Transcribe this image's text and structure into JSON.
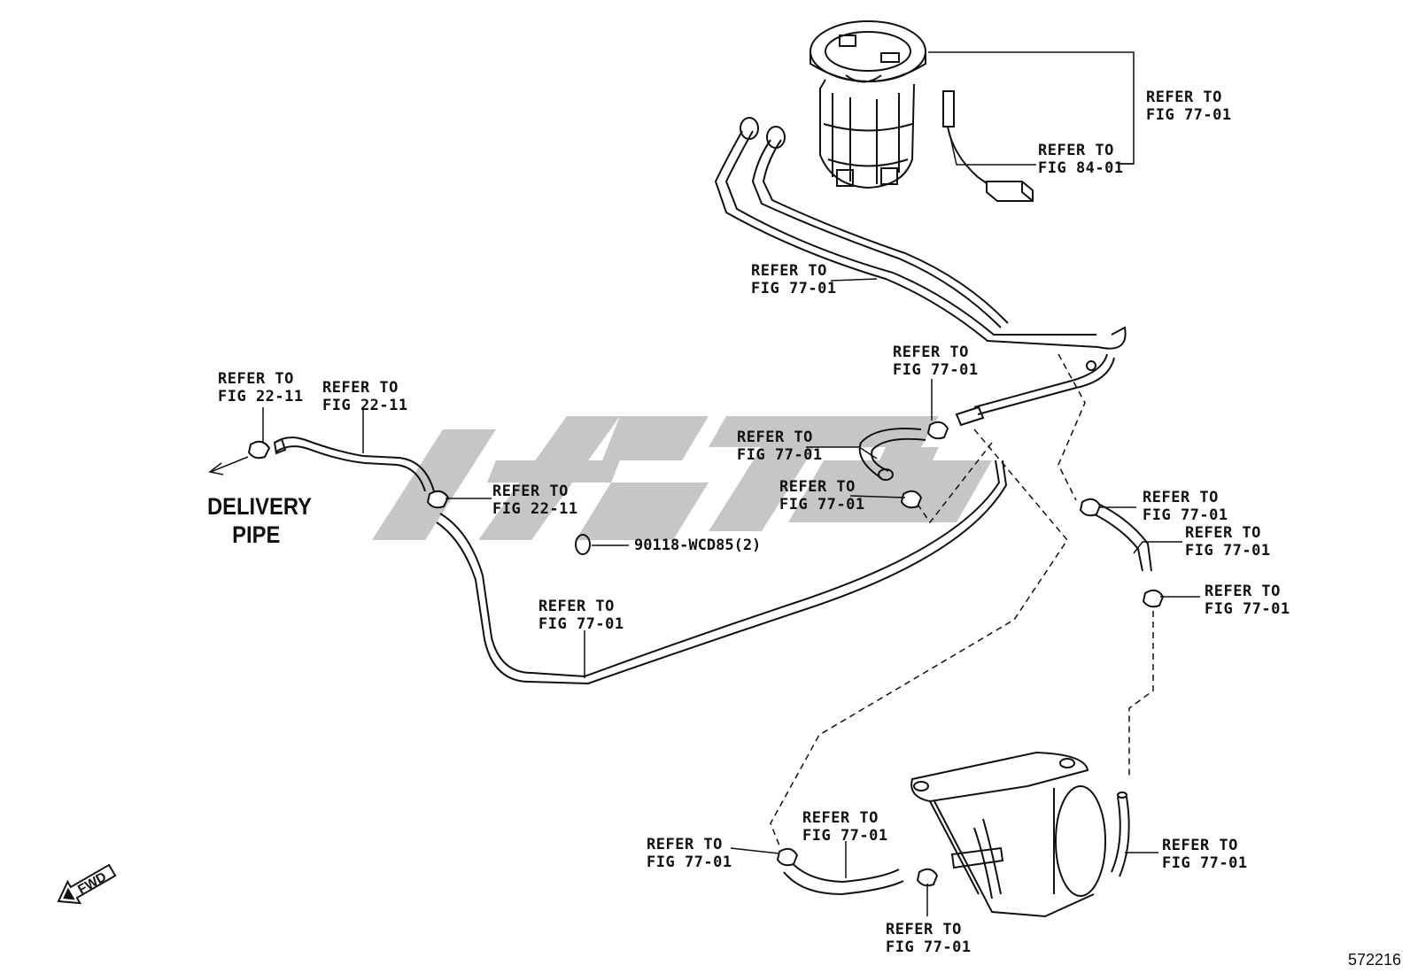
{
  "diagram": {
    "callouts": [
      {
        "id": "c1",
        "line1": "REFER TO",
        "line2": "FIG 77-01"
      },
      {
        "id": "c2",
        "line1": "REFER TO",
        "line2": "FIG 84-01"
      },
      {
        "id": "c3",
        "line1": "REFER TO",
        "line2": "FIG 77-01"
      },
      {
        "id": "c4",
        "line1": "REFER TO",
        "line2": "FIG 77-01"
      },
      {
        "id": "c5",
        "line1": "REFER TO",
        "line2": "FIG 77-01"
      },
      {
        "id": "c6",
        "line1": "REFER TO",
        "line2": "FIG 77-01"
      },
      {
        "id": "c7",
        "line1": "REFER TO",
        "line2": "FIG 22-11"
      },
      {
        "id": "c8",
        "line1": "REFER TO",
        "line2": "FIG 22-11"
      },
      {
        "id": "c9",
        "line1": "REFER TO",
        "line2": "FIG 22-11"
      },
      {
        "id": "c10",
        "line1": "REFER TO",
        "line2": "FIG 77-01"
      },
      {
        "id": "c11",
        "line1": "REFER TO",
        "line2": "FIG 77-01"
      },
      {
        "id": "c12",
        "line1": "REFER TO",
        "line2": "FIG 77-01"
      },
      {
        "id": "c13",
        "line1": "REFER TO",
        "line2": "FIG 77-01"
      },
      {
        "id": "c14",
        "line1": "REFER TO",
        "line2": "FIG 77-01"
      },
      {
        "id": "c15",
        "line1": "REFER TO",
        "line2": "FIG 77-01"
      },
      {
        "id": "c16",
        "line1": "REFER TO",
        "line2": "FIG 77-01"
      },
      {
        "id": "c17",
        "line1": "REFER TO",
        "line2": "FIG 77-01"
      }
    ],
    "delivery_label": {
      "line1": "DELIVERY",
      "line2": "PIPE"
    },
    "part_number": "90118-WCD85(2)",
    "fwd_label": "FWD",
    "figure_id": "572216"
  },
  "colors": {
    "ink": "#111111",
    "watermark": "#c4c4c4",
    "background": "#ffffff"
  },
  "icons": [
    "fwd-arrow-icon",
    "delivery-arrow-icon",
    "o-ring-icon",
    "hose-clamp-icon"
  ]
}
